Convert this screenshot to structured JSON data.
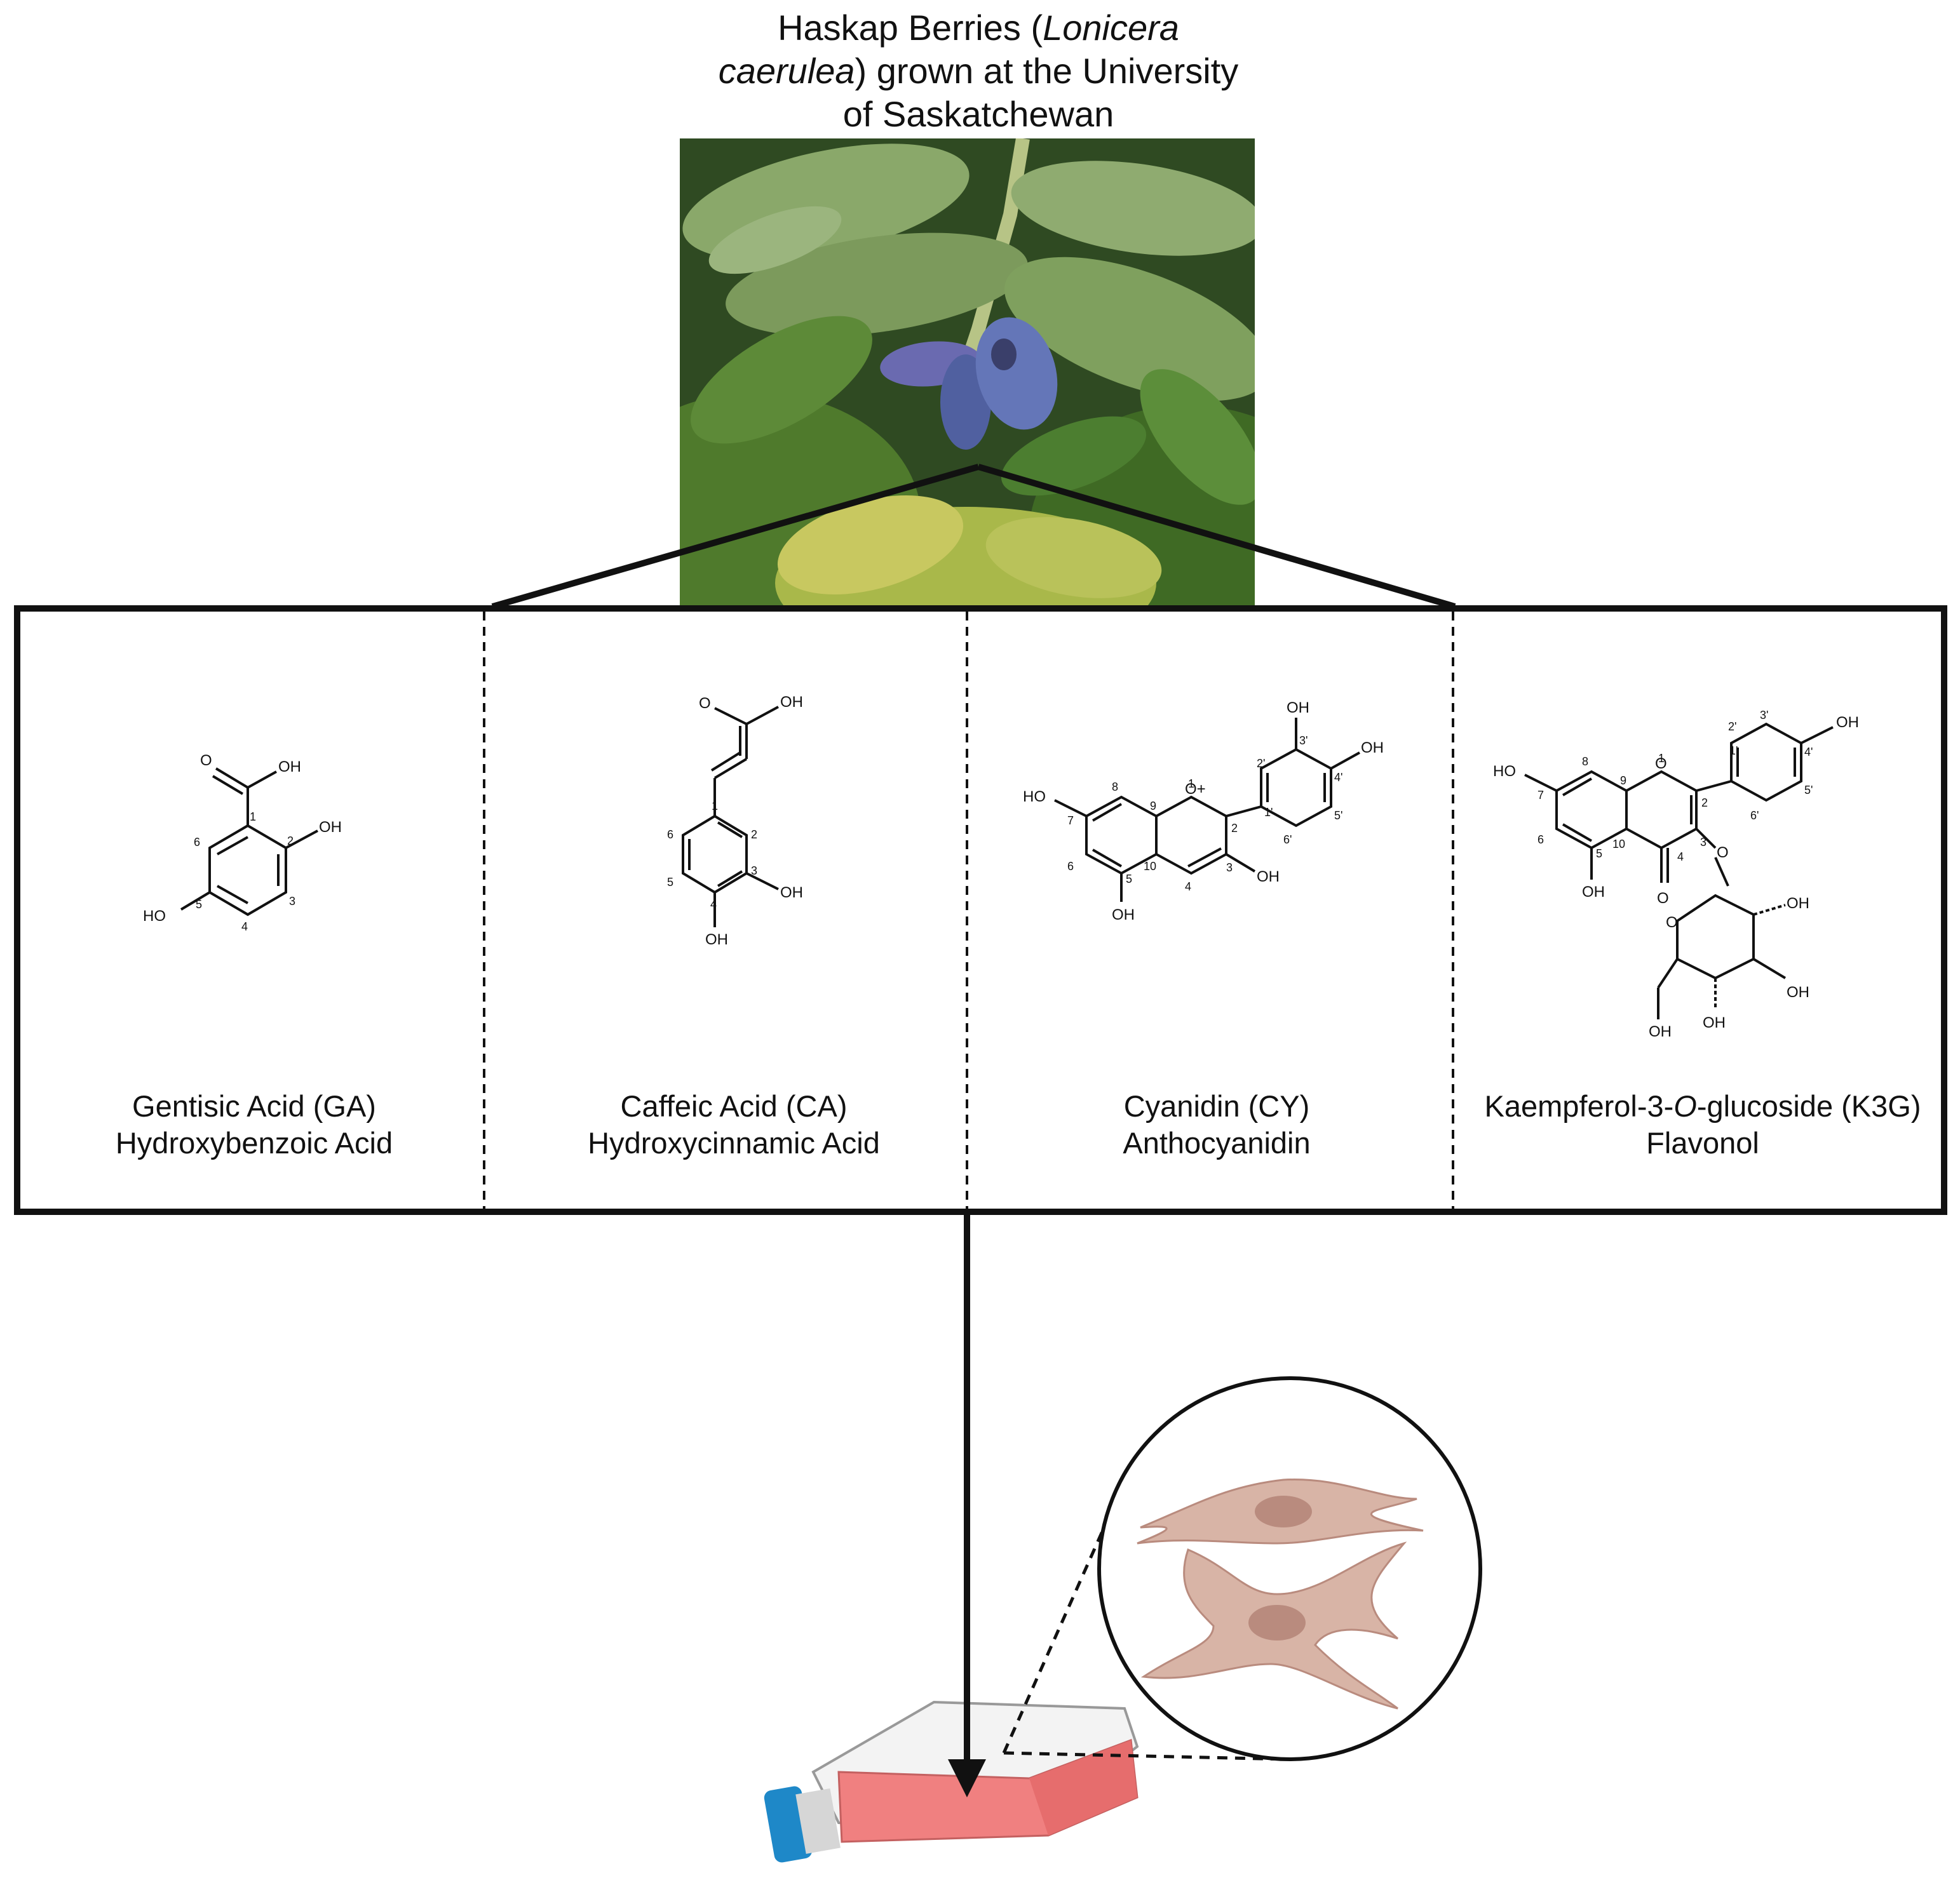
{
  "header": {
    "title_line1": "Haskap Berries (",
    "title_italic1": "Lonicera",
    "title_italic2": "caerulea",
    "title_line2_rest": ") grown at the University",
    "title_line3": "of Saskatchewan"
  },
  "compounds": [
    {
      "name": "Gentisic Acid (GA)",
      "class": "Hydroxybenzoic Acid"
    },
    {
      "name": "Caffeic Acid (CA)",
      "class": "Hydroxycinnamic Acid"
    },
    {
      "name": "Cyanidin (CY)",
      "class": "Anthocyanidin"
    },
    {
      "name_prefix": "Kaempferol-3-",
      "name_italic": "O",
      "name_suffix": "-glucoside (K3G)",
      "class": "Flavonol"
    }
  ],
  "colors": {
    "leaf": "#5f8f3e",
    "berry": "#5a67a8",
    "cell": "#d8b4a6",
    "nucleus": "#b98b7e",
    "medium": "#f07a7a",
    "cap": "#1e88c8"
  }
}
